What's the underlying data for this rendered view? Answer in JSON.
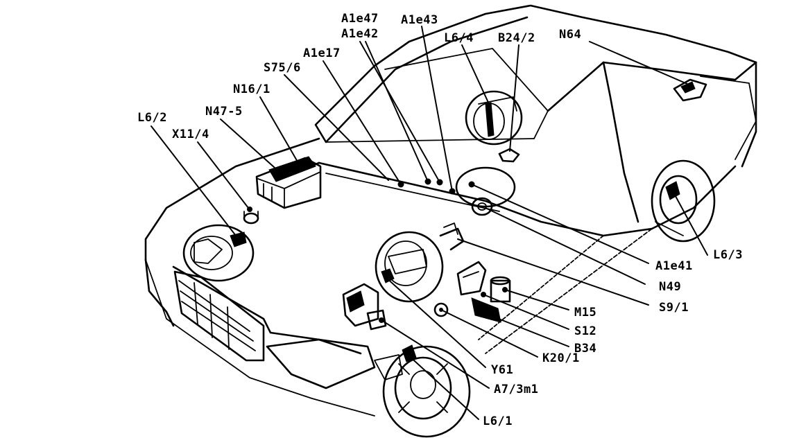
{
  "labels": {
    "a1e47": "A1e47",
    "a1e42": "A1e42",
    "a1e43": "A1e43",
    "l6_4": "L6/4",
    "b24_2": "B24/2",
    "n64": "N64",
    "a1e17": "A1e17",
    "s75_6": "S75/6",
    "n16_1": "N16/1",
    "n47_5": "N47-5",
    "l6_2": "L6/2",
    "x11_4": "X11/4",
    "a1e41": "A1e41",
    "n49": "N49",
    "s9_1": "S9/1",
    "m15": "M15",
    "s12": "S12",
    "b34": "B34",
    "k20_1": "K20/1",
    "y61": "Y61",
    "a7_3m1": "A7/3m1",
    "l6_1": "L6/1",
    "l6_3": "L6/3"
  }
}
